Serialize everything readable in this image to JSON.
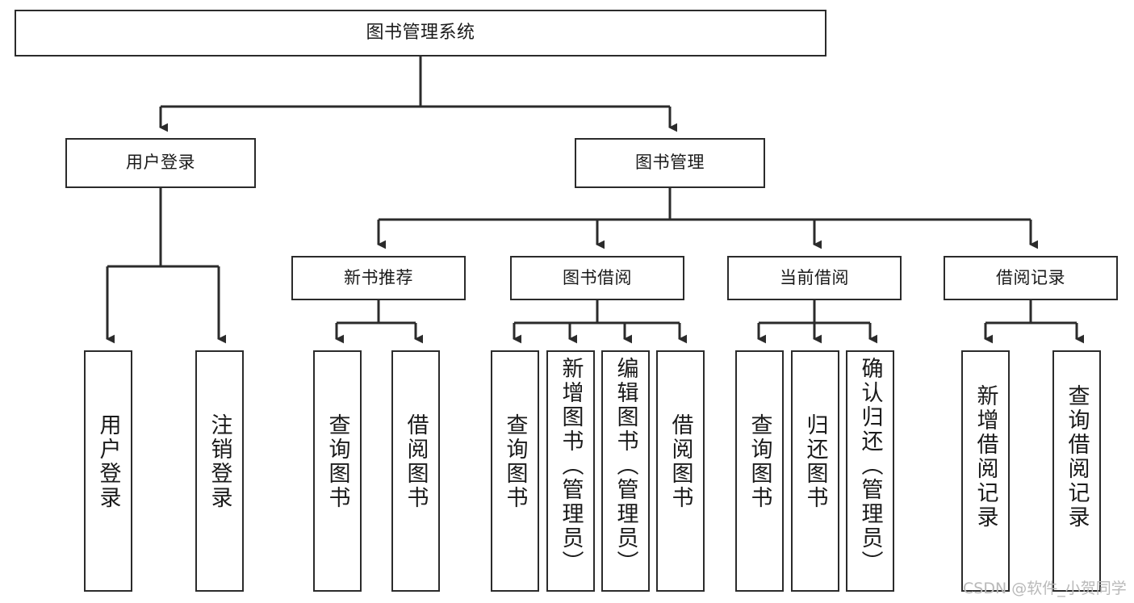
{
  "diagram": {
    "type": "tree",
    "title": "图书管理系统",
    "root": {
      "id": "root",
      "label": "图书管理系统"
    },
    "level2": [
      {
        "id": "user-login",
        "label": "用户登录"
      },
      {
        "id": "book-manage",
        "label": "图书管理"
      }
    ],
    "level3": [
      {
        "id": "new-book-rec",
        "label": "新书推荐",
        "parent": "book-manage"
      },
      {
        "id": "book-borrow",
        "label": "图书借阅",
        "parent": "book-manage"
      },
      {
        "id": "current-borrow",
        "label": "当前借阅",
        "parent": "book-manage"
      },
      {
        "id": "borrow-record",
        "label": "借阅记录",
        "parent": "book-manage"
      }
    ],
    "leaves": [
      {
        "id": "leaf-user-login",
        "label": "用户登录",
        "parent": "user-login"
      },
      {
        "id": "leaf-user-logout",
        "label": "注销登录",
        "parent": "user-login"
      },
      {
        "id": "leaf-query-book-1",
        "label": "查询图书",
        "parent": "new-book-rec"
      },
      {
        "id": "leaf-borrow-book-1",
        "label": "借阅图书",
        "parent": "new-book-rec"
      },
      {
        "id": "leaf-query-book-2",
        "label": "查询图书",
        "parent": "book-borrow"
      },
      {
        "id": "leaf-add-book",
        "label": "新增图书（管理员）",
        "parent": "book-borrow"
      },
      {
        "id": "leaf-edit-book",
        "label": "编辑图书（管理员）",
        "parent": "book-borrow"
      },
      {
        "id": "leaf-borrow-book-2",
        "label": "借阅图书",
        "parent": "book-borrow"
      },
      {
        "id": "leaf-query-book-3",
        "label": "查询图书",
        "parent": "current-borrow"
      },
      {
        "id": "leaf-return-book",
        "label": "归还图书",
        "parent": "current-borrow"
      },
      {
        "id": "leaf-confirm-return",
        "label": "确认归还（管理员）",
        "parent": "current-borrow"
      },
      {
        "id": "leaf-add-record",
        "label": "新增借阅记录",
        "parent": "borrow-record"
      },
      {
        "id": "leaf-query-record",
        "label": "查询借阅记录",
        "parent": "borrow-record"
      }
    ],
    "colors": {
      "stroke": "#2b2b2b",
      "fill": "#ffffff",
      "text": "#1a1a1a",
      "watermark": "#b9b9b9"
    }
  },
  "watermark": {
    "text": "CSDN @软件_小贺同学"
  }
}
